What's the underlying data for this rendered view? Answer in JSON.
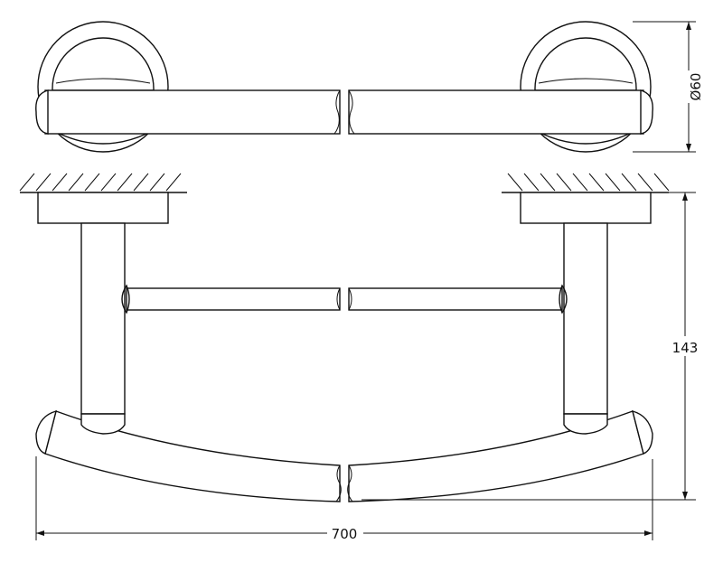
{
  "drawing": {
    "dimensions": {
      "diameter": "Ø60",
      "height": "143",
      "width": "700"
    },
    "colors": {
      "line": "#111111",
      "background": "#ffffff"
    }
  }
}
